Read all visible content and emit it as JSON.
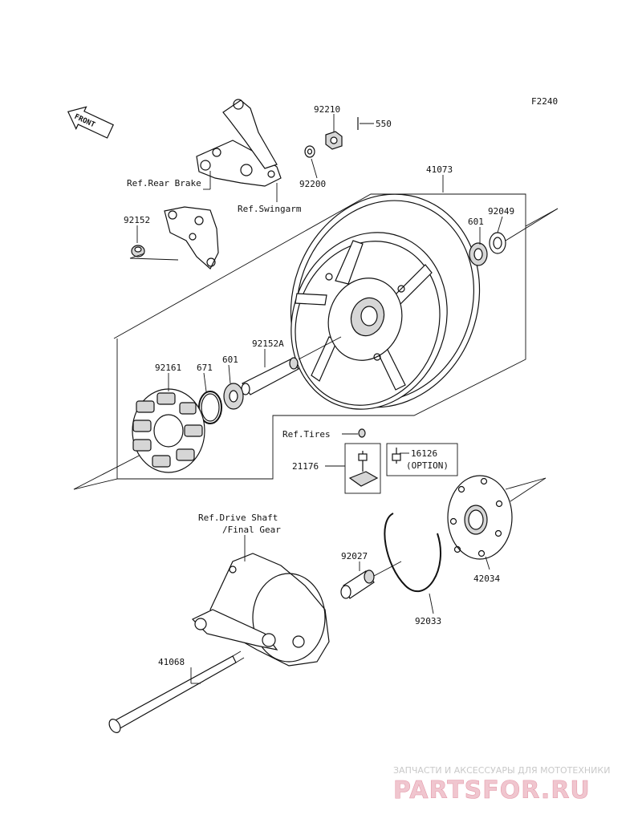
{
  "diagram": {
    "code": "F2240",
    "front_label": "FRONT",
    "labels": {
      "p92210": "92210",
      "p550": "550",
      "p92200": "92200",
      "ref_rear_brake": "Ref.Rear Brake",
      "ref_swingarm": "Ref.Swingarm",
      "p92152": "92152",
      "p41073": "41073",
      "p92049": "92049",
      "p601a": "601",
      "p92152a": "92152A",
      "p92161": "92161",
      "p671": "671",
      "p601b": "601",
      "ref_tires": "Ref.Tires",
      "p21176": "21176",
      "p16126": "16126",
      "option": "(OPTION)",
      "ref_drive_shaft": "Ref.Drive Shaft",
      "final_gear": "/Final Gear",
      "p92027": "92027",
      "p42034": "42034",
      "p92033": "92033",
      "p41068": "41068"
    }
  },
  "watermark": {
    "tagline": "ЗАПЧАСТИ И АКСЕССУАРЫ ДЛЯ МОТОТЕХНИКИ",
    "logo": "PARTSFOR.RU"
  }
}
